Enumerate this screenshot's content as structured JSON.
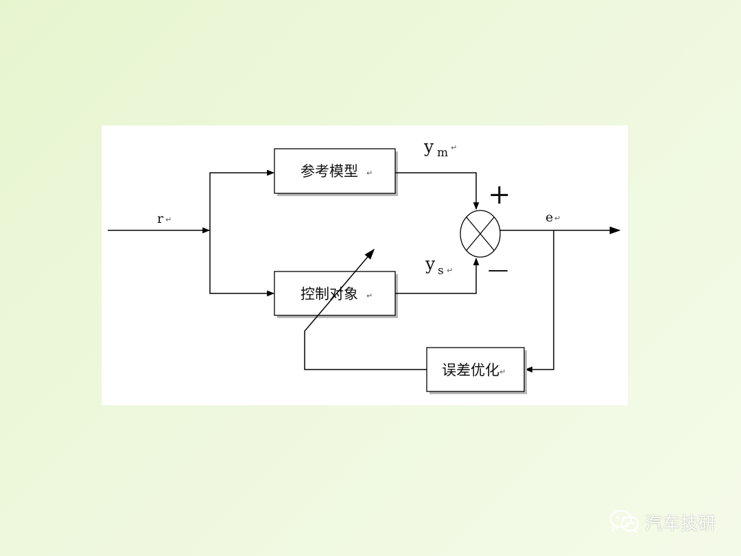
{
  "diagram": {
    "blocks": {
      "reference_model": "参考模型",
      "controlled_object": "控制对象",
      "error_optimization": "误差优化"
    },
    "signals": {
      "input": "r",
      "model_output_main": "y",
      "model_output_sub": "m",
      "plant_output_main": "y",
      "plant_output_sub": "s",
      "error": "e"
    },
    "summing_junction": {
      "plus_sign": "+",
      "minus_sign": "—"
    },
    "return_mark": "↵"
  },
  "watermark": {
    "text": "汽车技研",
    "icon": "wechat-icon"
  }
}
